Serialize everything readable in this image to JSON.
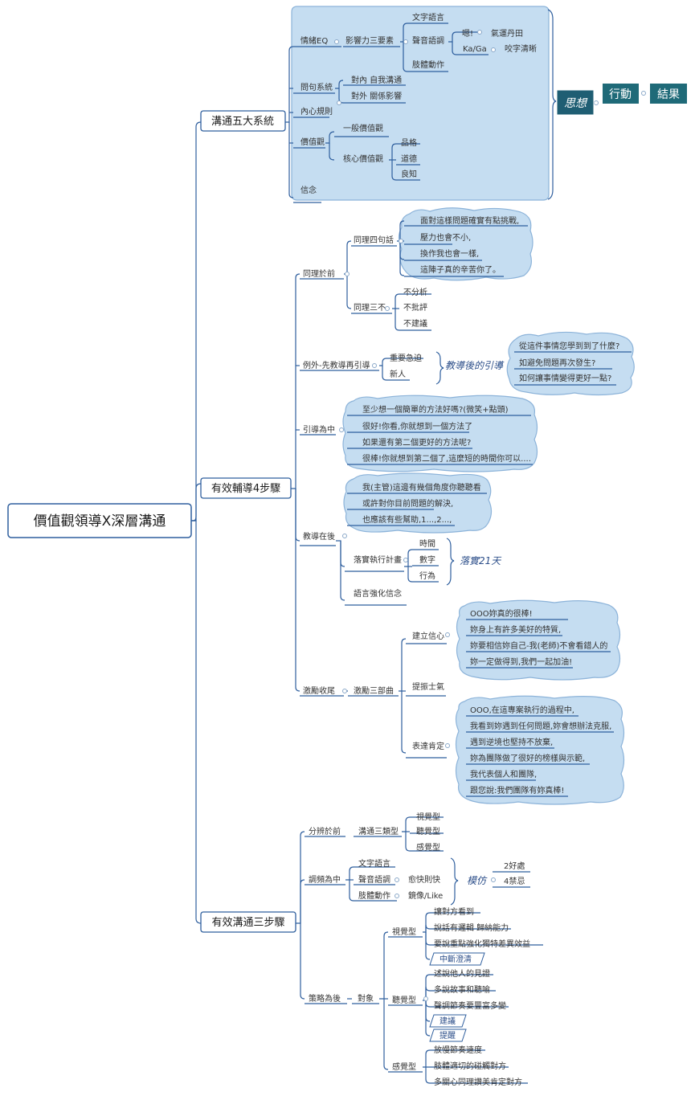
{
  "root": "價值觀領導X深層溝通",
  "branches": {
    "b1": "溝通五大系統",
    "b2": "有效輔導4步驟",
    "b3": "有效溝通三步驟"
  },
  "s1": {
    "eq": "情緒EQ",
    "influence": "影響力三要素",
    "text_lang": "文字語言",
    "voice_lang": "聲音語調",
    "body_act": "肢體動作",
    "hmm": "嗯!",
    "dantian": "氣運丹田",
    "kaga": "Ka/Ga",
    "clear": "咬字清晰",
    "question_sys": "問句系統",
    "inner": "對內 自我溝通",
    "outer": "對外 關係影響",
    "inner_rule": "內心規則",
    "values": "價值觀",
    "general_values": "一般價值觀",
    "core_values": "核心價值觀",
    "character": "品格",
    "morality": "道德",
    "conscience": "良知",
    "belief": "信念"
  },
  "think": {
    "thought": "思想",
    "action": "行動",
    "result": "結果"
  },
  "s2": {
    "empathy_first": "同理於前",
    "four_phrases": "同理四句話",
    "p1": "面對這樣問題確實有點挑戰,",
    "p2": "壓力也會不小,",
    "p3": "換作我也會一樣,",
    "p4": "這陣子真的辛苦你了。",
    "three_nots": "同理三不",
    "n1": "不分析",
    "n2": "不批評",
    "n3": "不建議",
    "exception": "例外-先教導再引導",
    "urgent": "重要急迫",
    "newbie": "新人",
    "guide_after": "教導後的引導",
    "q1": "從這件事情您學到到了什麼?",
    "q2": "如避免問題再次發生?",
    "q3": "如何讓事情變得更好一點?",
    "guide_mid": "引導為中",
    "g1": "至少想一個簡單的方法好嗎?(微笑+點頭)",
    "g2": "很好!你看,你就想到一個方法了",
    "g3": "如果還有第二個更好的方法呢?",
    "g4": "很棒!你就想到第二個了,這麼短的時間你可以....",
    "teach_after": "教導在後",
    "t1": "我(主管)這邊有幾個角度你聽聽看",
    "t2": "或許對你目前問題的解決,",
    "t3": "也應該有些幫助,1...,2...,",
    "plan": "落實執行計畫",
    "time": "時間",
    "number": "數字",
    "behavior": "行為",
    "days21": "落實21天",
    "affirm_lang": "語言強化信念",
    "encourage_end": "激勵收尾",
    "three_parts": "激勵三部曲",
    "build_conf": "建立信心",
    "c1": "OOO妳真的很棒!",
    "c2": "妳身上有許多美好的特質,",
    "c3": "妳要相信妳自己-我(老師)不會看錯人的",
    "c4": "妳一定做得到,我們一起加油!",
    "morale": "提振士氣",
    "praise": "表達肯定",
    "e1": "OOO,在這專案執行的過程中,",
    "e2": "我看到妳遇到任何問題,妳會想辦法克服,",
    "e3": "遇到逆境也堅持不放棄,",
    "e4": "妳為團隊做了很好的榜樣與示範,",
    "e5": "我代表個人和團隊,",
    "e6": "跟您說:我們團隊有妳真棒!"
  },
  "s3": {
    "identify": "分辨於前",
    "three_types": "溝通三類型",
    "visual": "視覺型",
    "auditory": "聽覺型",
    "kinesthetic": "感覺型",
    "tune": "調頻為中",
    "text_lang": "文字語言",
    "voice_lang": "聲音語調",
    "body_act": "肢體動作",
    "fast_slow": "愈快則快",
    "mirror": "鏡像/Like",
    "imitate": "模仿",
    "benefit2": "2好處",
    "forbid4": "4禁忌",
    "strategy": "策略為後",
    "target": "對象",
    "v_type": "視覺型",
    "v1": "讓對方看到",
    "v2": "說話有邏輯 歸納能力",
    "v3": "要說重點強化獨特差異效益",
    "v4": "中斷澄清",
    "a_type": "聽覺型",
    "a1": "述說他人的見證",
    "a2": "多說故事和聽喻",
    "a3": "聲調節奏要豐富多變",
    "a4": "建議",
    "a5": "提醒",
    "k_type": "感覺型",
    "k1": "放慢節奏速度",
    "k2": "肢體適切的碰觸對方",
    "k3": "多關心同理讚美肯定對方"
  }
}
